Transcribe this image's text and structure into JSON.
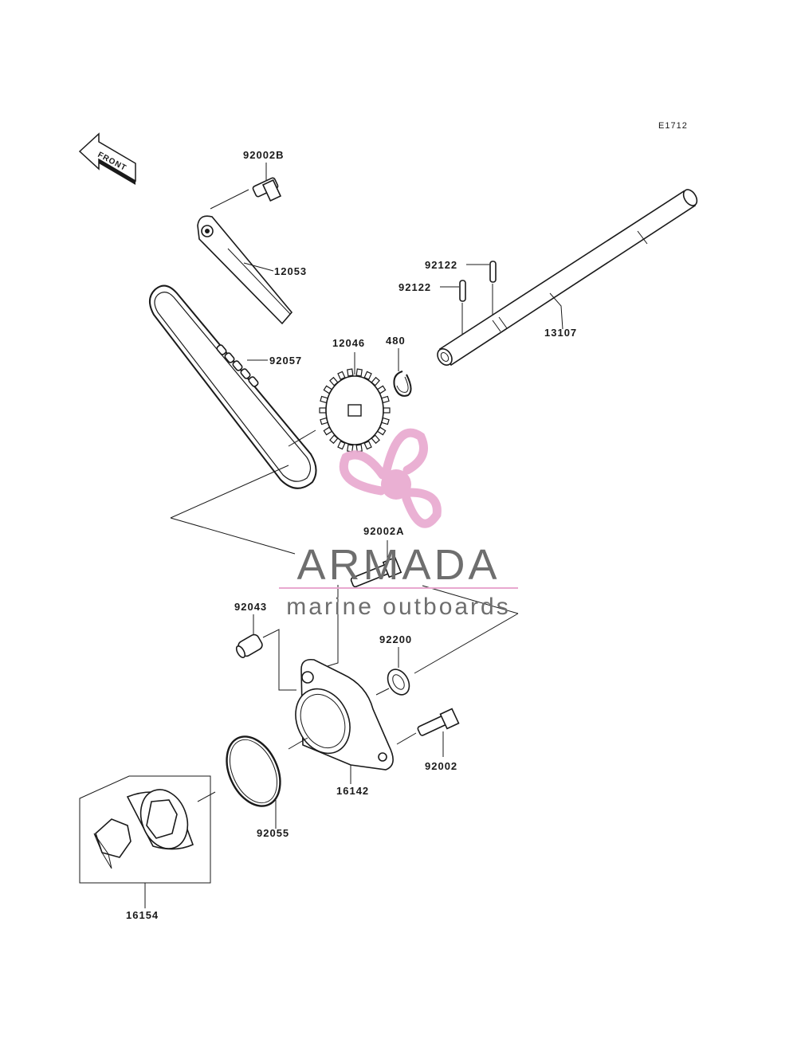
{
  "diagram": {
    "code": "E1712",
    "front_arrow_text": "FRONT",
    "parts": {
      "p92002B": "92002B",
      "p12053": "12053",
      "p92057": "92057",
      "p12046": "12046",
      "p480": "480",
      "p92122_top": "92122",
      "p92122_bottom": "92122",
      "p13107": "13107",
      "p92002A": "92002A",
      "p92043": "92043",
      "p92200": "92200",
      "p16142": "16142",
      "p92002": "92002",
      "p92055": "92055",
      "p16154": "16154"
    }
  },
  "watermark": {
    "title": "ARMADA",
    "subtitle": "marine outboards",
    "logo_color": "#e8a8cf",
    "text_color": "#6e6e6e"
  }
}
